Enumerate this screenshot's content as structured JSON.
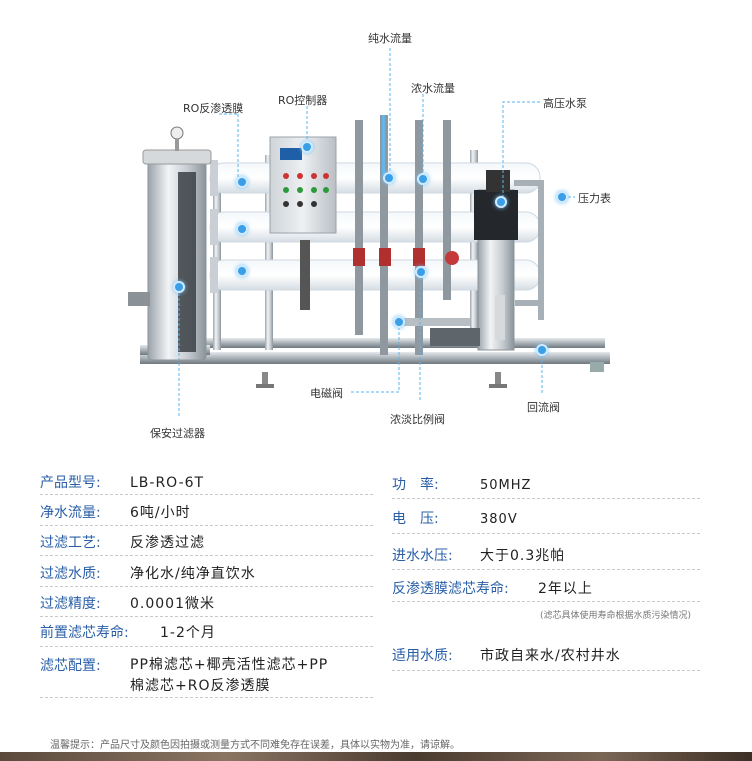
{
  "diagram": {
    "labels": {
      "pure_water_flow": "纯水流量",
      "concentrate_flow": "浓水流量",
      "high_pressure_pump": "高压水泵",
      "pressure_gauge": "压力表",
      "ro_membrane": "RO反渗透膜",
      "ro_controller": "RO控制器",
      "safety_filter": "保安过滤器",
      "solenoid_valve": "电磁阀",
      "ratio_valve": "浓淡比例阀",
      "return_valve": "回流阀"
    }
  },
  "specs_left": [
    {
      "label": "产品型号:",
      "value": "LB-RO-6T"
    },
    {
      "label": "净水流量:",
      "value": "6吨/小时"
    },
    {
      "label": "过滤工艺:",
      "value": "反渗透过滤"
    },
    {
      "label": "过滤水质:",
      "value": "净化水/纯净直饮水"
    },
    {
      "label": "过滤精度:",
      "value": "0.0001微米"
    },
    {
      "label": "前置滤芯寿命:",
      "value": "1-2个月"
    },
    {
      "label": "滤芯配置:",
      "value_line1": "PP棉滤芯+椰壳活性滤芯+PP",
      "value_line2": "棉滤芯+RO反渗透膜"
    }
  ],
  "specs_right": [
    {
      "label": "功　率:",
      "value": "50MHZ"
    },
    {
      "label": "电　压:",
      "value": "380V"
    },
    {
      "label": "进水水压:",
      "value": "大于0.3兆帕"
    },
    {
      "label": "反渗透膜滤芯寿命:",
      "value": "2年以上"
    },
    {
      "label": "适用水质:",
      "value": "市政自来水/农村井水"
    }
  ],
  "note_small": "(滤芯具体使用寿命根据水质污染情况)",
  "disclaimer": "温馨提示：产品尺寸及颜色因拍摄或测量方式不同难免存在误差，具体以实物为准，请谅解。",
  "colors": {
    "label_blue": "#2a5fa8",
    "callout_dot": "#3a9fe6",
    "leader_line": "#5bb4f0"
  }
}
